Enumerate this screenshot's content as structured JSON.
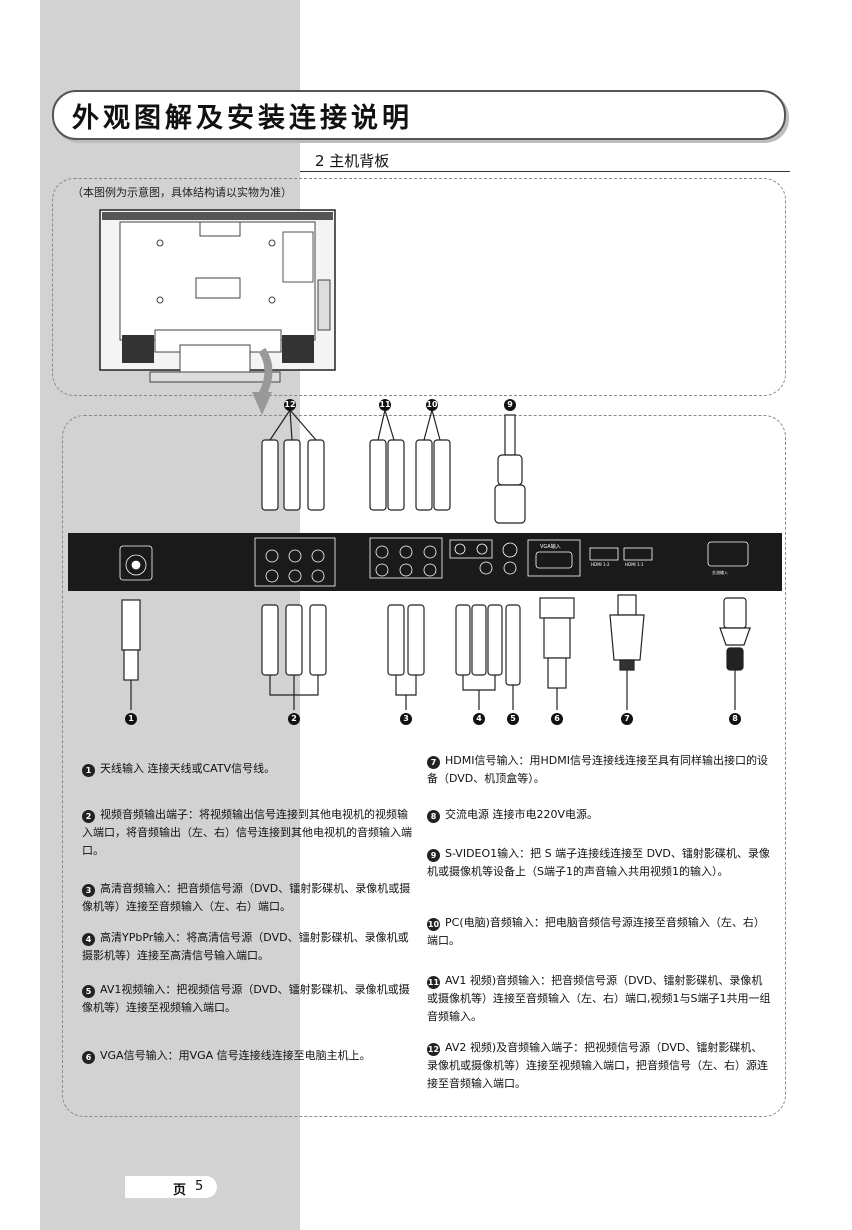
{
  "header": {
    "title": "外观图解及安装连接说明",
    "section": "2 主机背板"
  },
  "note": "（本图例为示意图，具体结构请以实物为准）",
  "callouts_top": [
    "12",
    "11",
    "10",
    "9"
  ],
  "callouts_bottom": [
    "1",
    "2",
    "3",
    "4",
    "5",
    "6",
    "7",
    "8"
  ],
  "panel_labels": {
    "vga": "VGA输入",
    "hdmi1": "HDMI 1-2",
    "hdmi2": "HDMI 1-1",
    "power": "交流输入"
  },
  "descriptions": [
    {
      "num": "1",
      "text": "天线输入 连接天线或CATV信号线。"
    },
    {
      "num": "2",
      "text": "视频音频输出端子：将视频输出信号连接到其他电视机的视频输入端口，将音频输出（左、右）信号连接到其他电视机的音频输入端口。"
    },
    {
      "num": "3",
      "text": "高清音频输入：把音频信号源（DVD、镭射影碟机、录像机或摄像机等）连接至音频输入（左、右）端口。"
    },
    {
      "num": "4",
      "text": "高清YPbPr输入：将高清信号源（DVD、镭射影碟机、录像机或摄影机等）连接至高清信号输入端口。"
    },
    {
      "num": "5",
      "text": "AV1视频输入：把视频信号源（DVD、镭射影碟机、录像机或摄像机等）连接至视频输入端口。"
    },
    {
      "num": "6",
      "text": "VGA信号输入：用VGA 信号连接线连接至电脑主机上。"
    },
    {
      "num": "7",
      "text": "HDMI信号输入：用HDMI信号连接线连接至具有同样输出接口的设备（DVD、机顶盒等）。"
    },
    {
      "num": "8",
      "text": "交流电源 连接市电220V电源。"
    },
    {
      "num": "9",
      "text": "S-VIDEO1输入：把 S 端子连接线连接至 DVD、镭射影碟机、录像机或摄像机等设备上（S端子1的声音输入共用视频1的输入）。"
    },
    {
      "num": "10",
      "text": "PC(电脑)音频输入：把电脑音频信号源连接至音频输入（左、右）端口。"
    },
    {
      "num": "11",
      "text": "AV1 视频)音频输入：把音频信号源（DVD、镭射影碟机、录像机或摄像机等）连接至音频输入（左、右）端口,视频1与S端子1共用一组音频输入。"
    },
    {
      "num": "12",
      "text": "AV2 视频)及音频输入端子：把视频信号源（DVD、镭射影碟机、录像机或摄像机等）连接至视频输入端口，把音频信号（左、右）源连接至音频输入端口。"
    }
  ],
  "footer": {
    "page_label": "页",
    "page_number": "5"
  }
}
